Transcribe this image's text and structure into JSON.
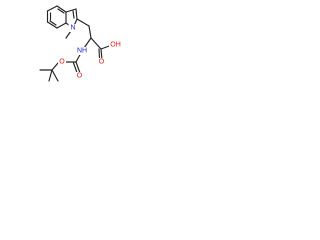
{
  "molecule": {
    "atom_labels": {
      "indole_n": "N",
      "amide_n": "NH",
      "acid_oh": "OH",
      "acid_o": "O",
      "carbamate_o_carbonyl": "O",
      "carbamate_o_ester": "O"
    },
    "colors": {
      "bond": "#222222",
      "nitrogen": "#1f2bdc",
      "oxygen": "#e01818"
    }
  }
}
